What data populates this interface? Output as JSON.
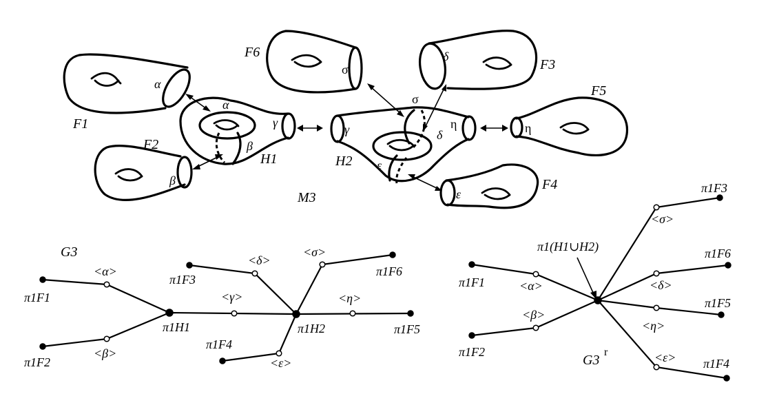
{
  "surfaces": {
    "F1": "F1",
    "F2": "F2",
    "F3": "F3",
    "F4": "F4",
    "F5": "F5",
    "F6": "F6",
    "H1": "H1",
    "H2": "H2",
    "M3": "M3"
  },
  "curves": {
    "alpha": "α",
    "beta": "β",
    "gamma": "γ",
    "delta": "δ",
    "sigma": "σ",
    "eta": "η",
    "epsilon": "ε"
  },
  "graph_left": {
    "title": "G3",
    "vertices": {
      "pF1": "π1F1",
      "pF2": "π1F2",
      "pF3": "π1F3",
      "pF4": "π1F4",
      "pF5": "π1F5",
      "pF6": "π1F6",
      "pH1": "π1H1",
      "pH2": "π1H2"
    },
    "edges": {
      "alpha": "<α>",
      "beta": "<β>",
      "gamma": "<γ>",
      "delta": "<δ>",
      "sigma": "<σ>",
      "epsilon": "<ε>",
      "eta": "<η>"
    }
  },
  "graph_right": {
    "title": "G3",
    "title_sup": "r",
    "center": "π1(H1∪H2)",
    "vertices": {
      "pF1": "π1F1",
      "pF2": "π1F2",
      "pF3": "π1F3",
      "pF4": "π1F4",
      "pF5": "π1F5",
      "pF6": "π1F6"
    },
    "edges": {
      "alpha": "<α>",
      "beta": "<β>",
      "sigma": "<σ>",
      "delta": "<δ>",
      "eta": "<η>",
      "epsilon": "<ε>"
    }
  }
}
